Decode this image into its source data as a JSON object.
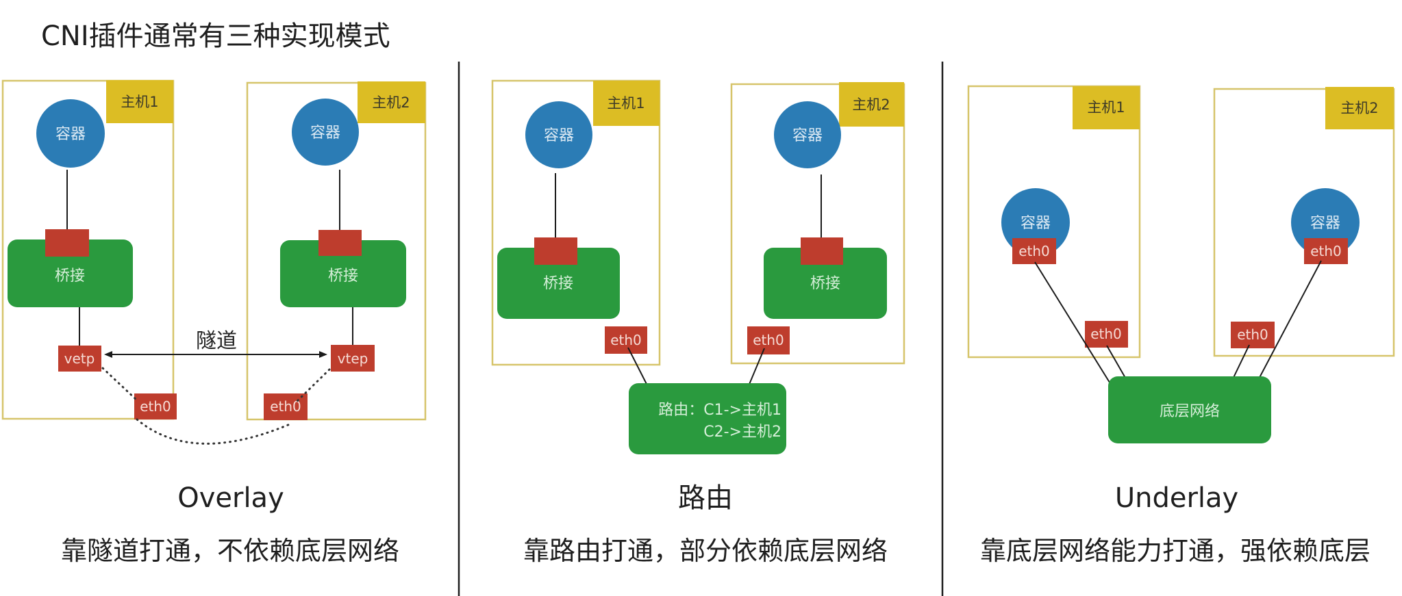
{
  "title": "CNI插件通常有三种实现模式",
  "colors": {
    "host_tag": "#dcbd24",
    "host_border": "#d6c46a",
    "container": "#2b7cb5",
    "bridge": "#2a9a3e",
    "port": "#be3d2d"
  },
  "sections": {
    "overlay": {
      "label": "Overlay",
      "description": "靠隧道打通，不依赖底层网络",
      "host1": {
        "tag": "主机1",
        "container": "容器",
        "bridge": "桥接",
        "vtep": "vetp",
        "eth": "eth0"
      },
      "host2": {
        "tag": "主机2",
        "container": "容器",
        "bridge": "桥接",
        "vtep": "vtep",
        "eth": "eth0"
      },
      "tunnel_label": "隧道"
    },
    "routing": {
      "label": "路由",
      "description": "靠路由打通，部分依赖底层网络",
      "host1": {
        "tag": "主机1",
        "container": "容器",
        "bridge": "桥接",
        "eth": "eth0"
      },
      "host2": {
        "tag": "主机2",
        "container": "容器",
        "bridge": "桥接",
        "eth": "eth0"
      },
      "router": {
        "line1": "路由：C1->主机1",
        "line2": "C2->主机2"
      }
    },
    "underlay": {
      "label": "Underlay",
      "description": "靠底层网络能力打通，强依赖底层",
      "host1": {
        "tag": "主机1",
        "container": "容器",
        "container_eth": "eth0",
        "host_eth": "eth0"
      },
      "host2": {
        "tag": "主机2",
        "container": "容器",
        "container_eth": "eth0",
        "host_eth": "eth0"
      },
      "network": "底层网络"
    }
  }
}
